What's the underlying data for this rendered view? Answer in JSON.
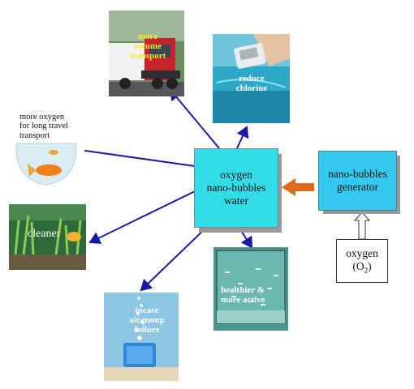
{
  "center": {
    "lines": [
      "oxygen",
      "nano-bubbles",
      "water"
    ],
    "color": "#33dde8"
  },
  "generator": {
    "lines": [
      "nano-bubbles",
      "generator"
    ],
    "color": "#33c8ee"
  },
  "oxygen_source": {
    "lines": [
      "oxygen",
      "(O",
      "2",
      ")"
    ]
  },
  "benefits": {
    "volume": {
      "lines": [
        "more",
        "volume",
        "transport"
      ]
    },
    "chlorine": {
      "lines": [
        "reduce",
        "chlorine"
      ]
    },
    "oxygen_travel": {
      "lines": [
        "more oxygen",
        "for long travel",
        "transport"
      ]
    },
    "cleaner": {
      "lines": [
        "cleaner"
      ]
    },
    "healthier": {
      "lines": [
        "healthier &",
        "more active"
      ]
    },
    "pump_failure": {
      "lines": [
        "incase",
        "air pump",
        "failure"
      ]
    }
  },
  "colors": {
    "arrow": "#1a1aa8",
    "input_arrow": "#e06a1c",
    "shadow": "#999999"
  },
  "icons": [
    "truck-photo",
    "chlorine-test-photo",
    "goldfish-bag-photo",
    "aquarium-plants-photo",
    "fish-tank-photo",
    "air-stone-photo"
  ]
}
